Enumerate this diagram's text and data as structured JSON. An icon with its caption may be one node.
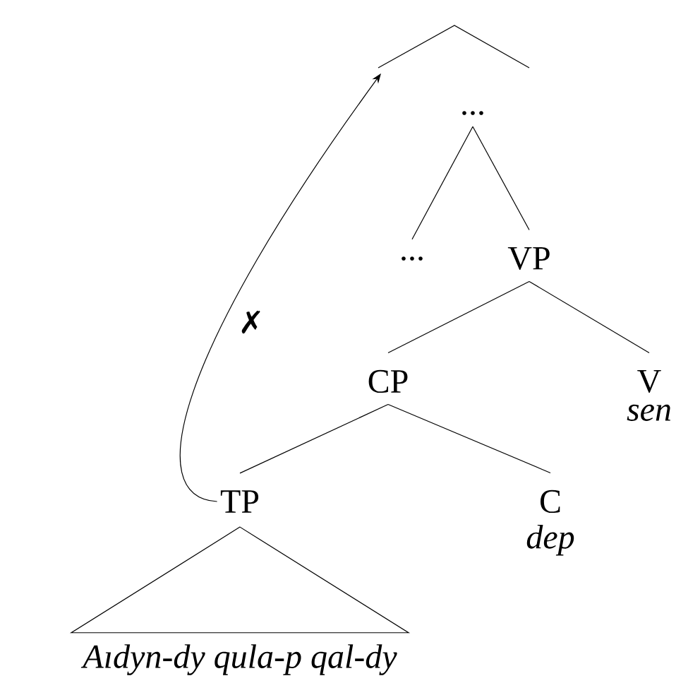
{
  "diagram": {
    "nodes": [
      {
        "text": [
          "..."
        ]
      },
      {
        "text": [
          "..."
        ]
      },
      {
        "text": [
          "VP"
        ]
      },
      {
        "text": [
          "CP"
        ]
      },
      {
        "text": [
          "V"
        ],
        "beside": [
          "sen"
        ]
      },
      {
        "text": [
          "TP"
        ]
      },
      {
        "text": [
          "C"
        ],
        "beside": [
          "dep"
        ]
      },
      {
        "text": [
          "Aıdyn-dy qula-p qal-dy"
        ]
      }
    ],
    "edges": [
      {
        "from": 0,
        "to": 1,
        "arrow": "none"
      },
      {
        "from": 0,
        "to": 2,
        "arrow": "none"
      },
      {
        "from": 2,
        "to": 3,
        "arrow": "none"
      },
      {
        "from": 2,
        "to": 4,
        "arrow": "none"
      },
      {
        "from": 3,
        "to": 5,
        "arrow": "none"
      },
      {
        "from": 3,
        "to": 6,
        "arrow": "none"
      },
      {
        "from": 5,
        "to": 7,
        "arrow": "none"
      },
      {
        "from": 5,
        "to": null,
        "arrow": "to",
        "label": "✗"
      }
    ]
  }
}
